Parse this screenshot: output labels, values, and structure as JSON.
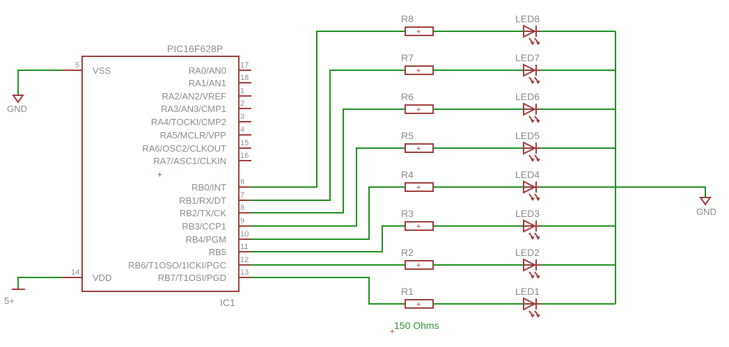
{
  "ic": {
    "name": "PIC16F628P",
    "ref": "IC1",
    "pins_left": [
      {
        "label": "VSS",
        "num": "5"
      },
      {
        "label": "VDD",
        "num": "14"
      }
    ],
    "pins_right": [
      {
        "label": "RA0/AN0",
        "num": "17"
      },
      {
        "label": "RA1/AN1",
        "num": "18"
      },
      {
        "label": "RA2/AN2/VREF",
        "num": "1"
      },
      {
        "label": "RA3/AN3/CMP1",
        "num": "2"
      },
      {
        "label": "RA4/TOCKI/CMP2",
        "num": "3"
      },
      {
        "label": "RA5/MCLR/VPP",
        "num": "4"
      },
      {
        "label": "RA6/OSC2/CLKOUT",
        "num": "15"
      },
      {
        "label": "RA7/ASC1/CLKIN",
        "num": "16"
      },
      {
        "label": "RB0/INT",
        "num": "6"
      },
      {
        "label": "RB1/RX/DT",
        "num": "7"
      },
      {
        "label": "RB2/TX/CK",
        "num": "8"
      },
      {
        "label": "RB3/CCP1",
        "num": "9"
      },
      {
        "label": "RB4/PGM",
        "num": "10"
      },
      {
        "label": "RB5",
        "num": "11"
      },
      {
        "label": "RB6/T1OSO/1ICKI/PGC",
        "num": "12"
      },
      {
        "label": "RB7/T1OSI/PGD",
        "num": "13"
      }
    ]
  },
  "supplies": {
    "gnd_left": "GND",
    "gnd_right": "GND",
    "vcc": "5+"
  },
  "resistors": [
    "R8",
    "R7",
    "R6",
    "R5",
    "R4",
    "R3",
    "R2",
    "R1"
  ],
  "resistor_symbol": "+",
  "leds": [
    "LED8",
    "LED7",
    "LED6",
    "LED5",
    "LED4",
    "LED3",
    "LED2",
    "LED1"
  ],
  "resistor_value_note": "150 Ohms",
  "origin_mark": "+",
  "colors": {
    "wire": "#1e8c1e",
    "part": "#9a3a3a",
    "text": "#8a8a8a",
    "note": "#2e8b2e"
  }
}
